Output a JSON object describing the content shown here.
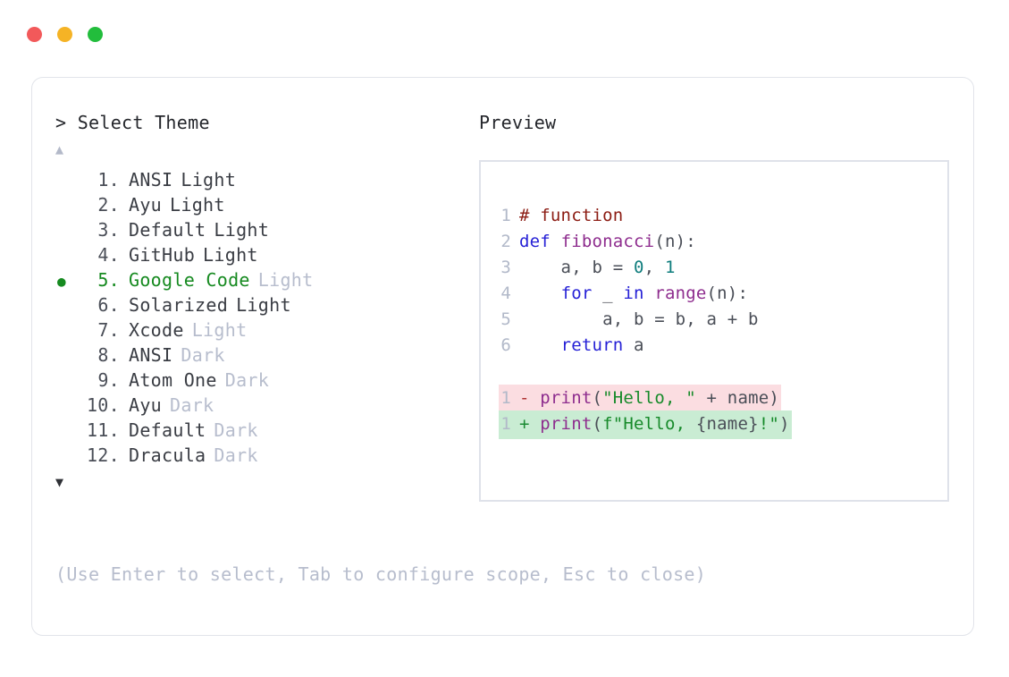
{
  "window": {
    "traffic_lights": [
      {
        "name": "close",
        "color": "#f2595a"
      },
      {
        "name": "minimize",
        "color": "#f5b325"
      },
      {
        "name": "maximize",
        "color": "#22bd3c"
      }
    ]
  },
  "prompt": {
    "caret": ">",
    "title": "Select Theme"
  },
  "scroll": {
    "up_glyph": "▲",
    "down_glyph": "▼"
  },
  "themes": {
    "selected_index": 5,
    "bullet_glyph": "●",
    "items": [
      {
        "num": "1.",
        "name": "ANSI",
        "variant": "Light",
        "dim": false,
        "selected": false
      },
      {
        "num": "2.",
        "name": "Ayu",
        "variant": "Light",
        "dim": false,
        "selected": false
      },
      {
        "num": "3.",
        "name": "Default",
        "variant": "Light",
        "dim": false,
        "selected": false
      },
      {
        "num": "4.",
        "name": "GitHub",
        "variant": "Light",
        "dim": false,
        "selected": false
      },
      {
        "num": "5.",
        "name": "Google Code",
        "variant": "Light",
        "dim": true,
        "selected": true
      },
      {
        "num": "6.",
        "name": "Solarized",
        "variant": "Light",
        "dim": false,
        "selected": false
      },
      {
        "num": "7.",
        "name": "Xcode",
        "variant": "Light",
        "dim": true,
        "selected": false
      },
      {
        "num": "8.",
        "name": "ANSI",
        "variant": "Dark",
        "dim": true,
        "selected": false
      },
      {
        "num": "9.",
        "name": "Atom One",
        "variant": "Dark",
        "dim": true,
        "selected": false
      },
      {
        "num": "10.",
        "name": "Ayu",
        "variant": "Dark",
        "dim": true,
        "selected": false
      },
      {
        "num": "11.",
        "name": "Default",
        "variant": "Dark",
        "dim": true,
        "selected": false
      },
      {
        "num": "12.",
        "name": "Dracula",
        "variant": "Dark",
        "dim": true,
        "selected": false
      }
    ]
  },
  "footer": {
    "hint": "(Use Enter to select, Tab to configure scope, Esc to close)"
  },
  "preview": {
    "label": "Preview",
    "code_lines": [
      {
        "ln": "1",
        "tokens": [
          {
            "t": "# function",
            "c": "tok-comment"
          }
        ]
      },
      {
        "ln": "2",
        "tokens": [
          {
            "t": "def ",
            "c": "tok-kw"
          },
          {
            "t": "fibonacci",
            "c": "tok-fn"
          },
          {
            "t": "(n):",
            "c": "tok-punct"
          }
        ]
      },
      {
        "ln": "3",
        "tokens": [
          {
            "t": "    a, b = ",
            "c": "tok-plain"
          },
          {
            "t": "0",
            "c": "tok-num"
          },
          {
            "t": ", ",
            "c": "tok-plain"
          },
          {
            "t": "1",
            "c": "tok-num"
          }
        ]
      },
      {
        "ln": "4",
        "tokens": [
          {
            "t": "    ",
            "c": "tok-plain"
          },
          {
            "t": "for",
            "c": "tok-kw"
          },
          {
            "t": " _ ",
            "c": "tok-plain"
          },
          {
            "t": "in",
            "c": "tok-kw"
          },
          {
            "t": " ",
            "c": "tok-plain"
          },
          {
            "t": "range",
            "c": "tok-fn"
          },
          {
            "t": "(n):",
            "c": "tok-punct"
          }
        ]
      },
      {
        "ln": "5",
        "tokens": [
          {
            "t": "        a, b = b, a + b",
            "c": "tok-plain"
          }
        ]
      },
      {
        "ln": "6",
        "tokens": [
          {
            "t": "    ",
            "c": "tok-plain"
          },
          {
            "t": "return",
            "c": "tok-kw"
          },
          {
            "t": " a",
            "c": "tok-plain"
          }
        ]
      }
    ],
    "diff_lines": [
      {
        "ln": "1",
        "kind": "removed",
        "mark": "-",
        "tokens": [
          {
            "t": "print",
            "c": "tok-fn"
          },
          {
            "t": "(",
            "c": "tok-punct"
          },
          {
            "t": "\"Hello, \"",
            "c": "tok-str"
          },
          {
            "t": " + name)",
            "c": "tok-plain"
          }
        ]
      },
      {
        "ln": "1",
        "kind": "added",
        "mark": "+",
        "tokens": [
          {
            "t": "print",
            "c": "tok-fn"
          },
          {
            "t": "(",
            "c": "tok-punct"
          },
          {
            "t": "f\"Hello, ",
            "c": "tok-str"
          },
          {
            "t": "{name}",
            "c": "tok-plain"
          },
          {
            "t": "!\"",
            "c": "tok-str"
          },
          {
            "t": ")",
            "c": "tok-punct"
          }
        ]
      }
    ]
  },
  "colors": {
    "accent_green": "#168a20",
    "dim_text": "#b7bdcd",
    "body_text": "#3a3d44",
    "panel_border": "#dfe2ea",
    "card_border": "#e2e4ea",
    "diff_removed_bg": "#fbdde1",
    "diff_added_bg": "#c9ecd3"
  }
}
